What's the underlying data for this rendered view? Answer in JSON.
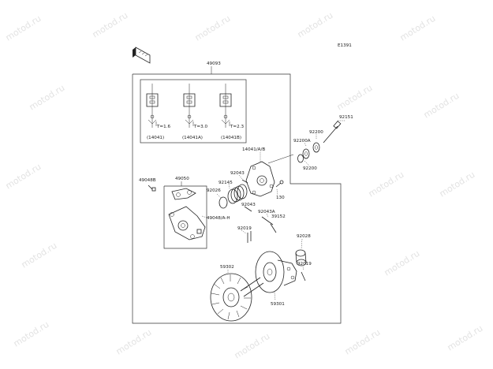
{
  "diagram": {
    "ref_code": "E1391",
    "watermark_text": "motod.ru",
    "labels": {
      "assembly": "49093",
      "weight_std_t": "T=1.6",
      "weight_a_t": "T=3.0",
      "weight_b_t": "T=2.3",
      "weight_std": "(14041)",
      "weight_a": "(14041A)",
      "weight_b": "(14041B)",
      "bolt_92151": "92151",
      "washer_92200_top": "92200",
      "washer_92200a": "92200A",
      "washer_92200_bottom": "92200",
      "weights_group": "14041/A/B",
      "part_92043_top": "92043",
      "part_92145": "92145",
      "part_92026": "92026",
      "part_130": "130",
      "part_92043_mid": "92043",
      "part_92043a": "92043A",
      "part_39152": "39152",
      "part_92019_left": "92019",
      "part_92028": "92028",
      "part_92019_right": "92019",
      "part_49048b": "49048B",
      "part_49050": "49050",
      "part_49048ah": "49048/A-H",
      "part_59302": "59302",
      "part_59301": "59301"
    }
  }
}
